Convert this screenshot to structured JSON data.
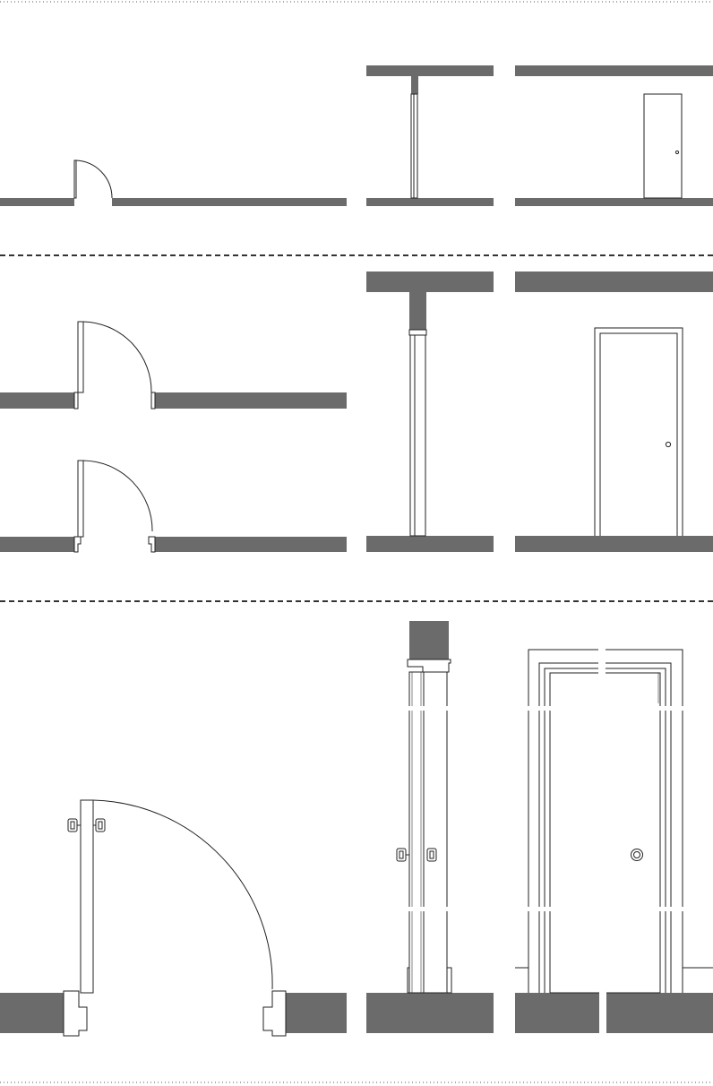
{
  "colors": {
    "wall": "#6b6b6b",
    "line": "#222222",
    "background": "#ffffff"
  },
  "rows": [
    {
      "detail": "low",
      "views": [
        "plan",
        "section",
        "elevation"
      ]
    },
    {
      "detail": "medium",
      "views": [
        "plan",
        "plan",
        "section",
        "elevation"
      ]
    },
    {
      "detail": "high",
      "views": [
        "plan",
        "section",
        "elevation"
      ]
    }
  ]
}
